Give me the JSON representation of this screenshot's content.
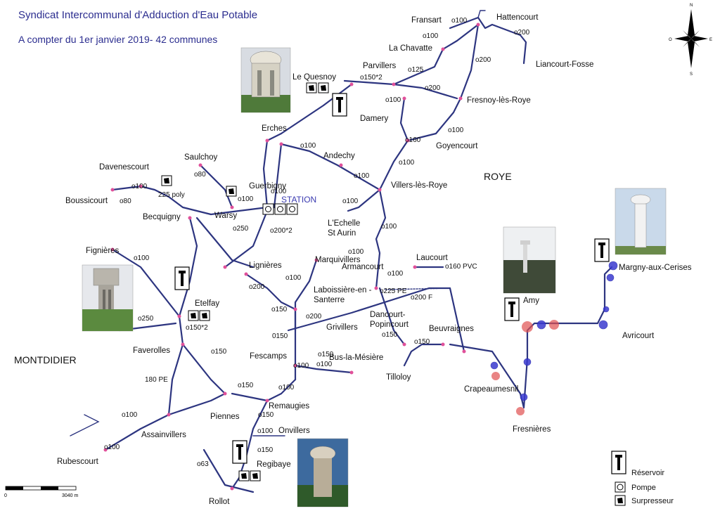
{
  "title": {
    "line1": "Syndicat Intercommunal d'Adduction d'Eau Potable",
    "line2": "A compter du 1er janvier 2019- 42 communes"
  },
  "regions": {
    "roye": "ROYE",
    "montdidier": "MONTDIDIER"
  },
  "station_label": "STATION",
  "communes": {
    "fransart": "Fransart",
    "hattencourt": "Hattencourt",
    "la_chavatte": "La Chavatte",
    "liancourt_fosse": "Liancourt-Fosse",
    "parvillers": "Parvillers",
    "le_quesnoy": "Le Quesnoy",
    "fresnoy": "Fresnoy-lès-Roye",
    "damery": "Damery",
    "goyencourt": "Goyencourt",
    "erches": "Erches",
    "andechy": "Andechy",
    "villers": "Villers-lès-Roye",
    "saulchoy": "Saulchoy",
    "davenescourt": "Davenescourt",
    "guerbigny": "Guerbigny",
    "boussicourt": "Boussicourt",
    "warsy": "Warsy",
    "becquigny": "Becquigny",
    "echelle_1": "L'Echelle",
    "echelle_2": "St Aurin",
    "fignieres": "Fignières",
    "lignieres": "Lignières",
    "marquivillers": "Marquivillers",
    "armancourt": "Armancourt",
    "laucourt": "Laucourt",
    "margny": "Margny-aux-Cerises",
    "amy": "Amy",
    "laboissiere_1": "Laboissière-en -",
    "laboissiere_2": "Santerre",
    "etelfay": "Etelfay",
    "dancourt_1": "Dancourt-",
    "dancourt_2": "Popincourt",
    "grivillers": "Grivillers",
    "avricourt": "Avricourt",
    "beuvraignes": "Beuvraignes",
    "faverolles": "Faverolles",
    "fescamps": "Fescamps",
    "bus": "Bus-la-Mésière",
    "tilloloy": "Tilloloy",
    "crapeaumesnil": "Crapeaumesnil",
    "remaugies": "Remaugies",
    "piennes": "Piennes",
    "assainvillers": "Assainvillers",
    "onvillers": "Onvillers",
    "fresnieres": "Fresnières",
    "rubescourt": "Rubescourt",
    "regibaye": "Regibaye",
    "rollot": "Rollot"
  },
  "pipes": {
    "p1": "o100",
    "p2": "o200",
    "p3": "o100",
    "p4": "o125",
    "p5": "o150*2",
    "p6": "o200",
    "p7": "o100",
    "p8": "o200",
    "p9": "o100",
    "p10": "o160",
    "p11": "o100",
    "p12": "o100",
    "p13": "o100",
    "p14": "o100",
    "p15": "o80",
    "p16": "o100",
    "p17": "o80",
    "p18": "225 poly",
    "p19": "o100",
    "p20": "o100",
    "p21": "o250",
    "p22": "o200*2",
    "p23": "o100",
    "p24": "o100",
    "p25": "o100",
    "p26": "o100",
    "p27": "o160 PVC",
    "p28": "o200",
    "p29": "o100",
    "p30": "o225 PE",
    "p31": "o200 F",
    "p32": "o150",
    "p33": "o250",
    "p34": "o150*2",
    "p35": "o200",
    "p36": "o150",
    "p37": "0150",
    "p38": "o150",
    "p39": "o150",
    "p40": "o150",
    "p41": "o100",
    "p42": "o100",
    "p43": "180 PE",
    "p44": "o150",
    "p45": "o100",
    "p46": "o150",
    "p47": "o100",
    "p48": "o100",
    "p49": "o150",
    "p50": "o63",
    "p51": "o100"
  },
  "legend": {
    "reservoir": "Réservoir",
    "pompe": "Pompe",
    "surpresseur": "Surpresseur"
  },
  "scale": {
    "start": "0",
    "end": "3040 m"
  },
  "compass": {
    "n": "N",
    "s": "S",
    "e": "E",
    "o": "O"
  },
  "colors": {
    "title": "#2b2d8f",
    "pipe": "#2d3580",
    "node": "#e0509a",
    "station": "#3a3ab0"
  }
}
